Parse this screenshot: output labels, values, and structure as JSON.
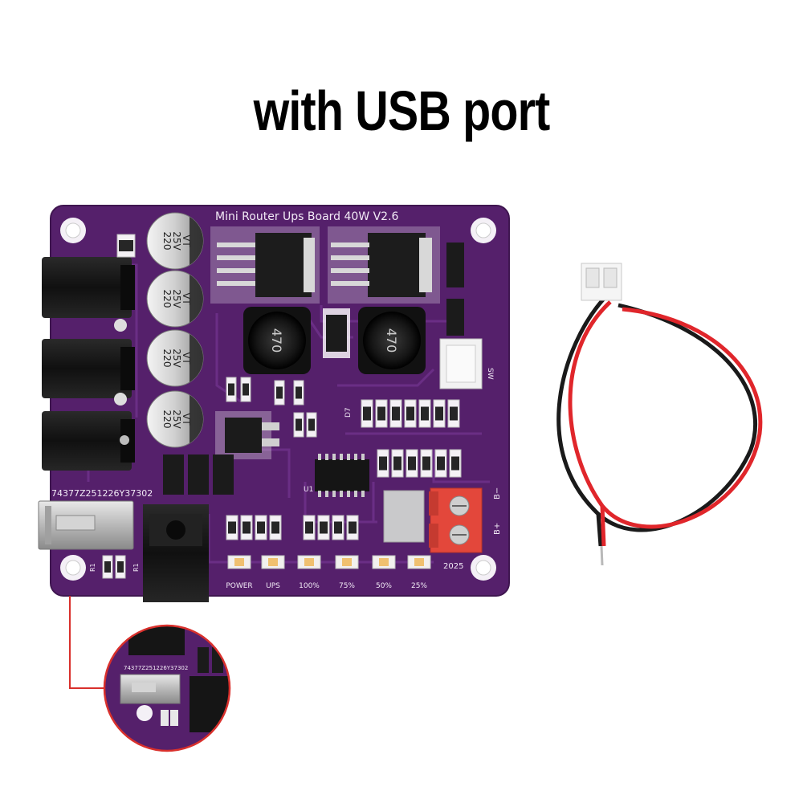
{
  "headline": "with USB port",
  "board": {
    "title": "Mini Router Ups Board  40W  V2.6",
    "serial": "74377Z251226Y37302",
    "year": "2025",
    "designators": {
      "d7": "D7",
      "u1": "U1",
      "r1a": "R1",
      "r1b": "R1",
      "sw": "SW",
      "bminus": "B−",
      "bplus": "B+"
    },
    "capacitor_markings": {
      "value": "220",
      "voltage": "25V",
      "series": "VT"
    },
    "inductor_marking": "470",
    "led_labels": [
      "POWER",
      "UPS",
      "100%",
      "75%",
      "50%",
      "25%"
    ]
  },
  "inset": {
    "serial": "74377Z251226Y37302"
  },
  "colors": {
    "pcb": "#55206b",
    "pcb_edge": "#3f1650",
    "trace": "#6b2f86",
    "wire_red": "#e0262b",
    "wire_black": "#1a1a1a",
    "terminal": "#e3473b",
    "callout": "#d9302c"
  }
}
